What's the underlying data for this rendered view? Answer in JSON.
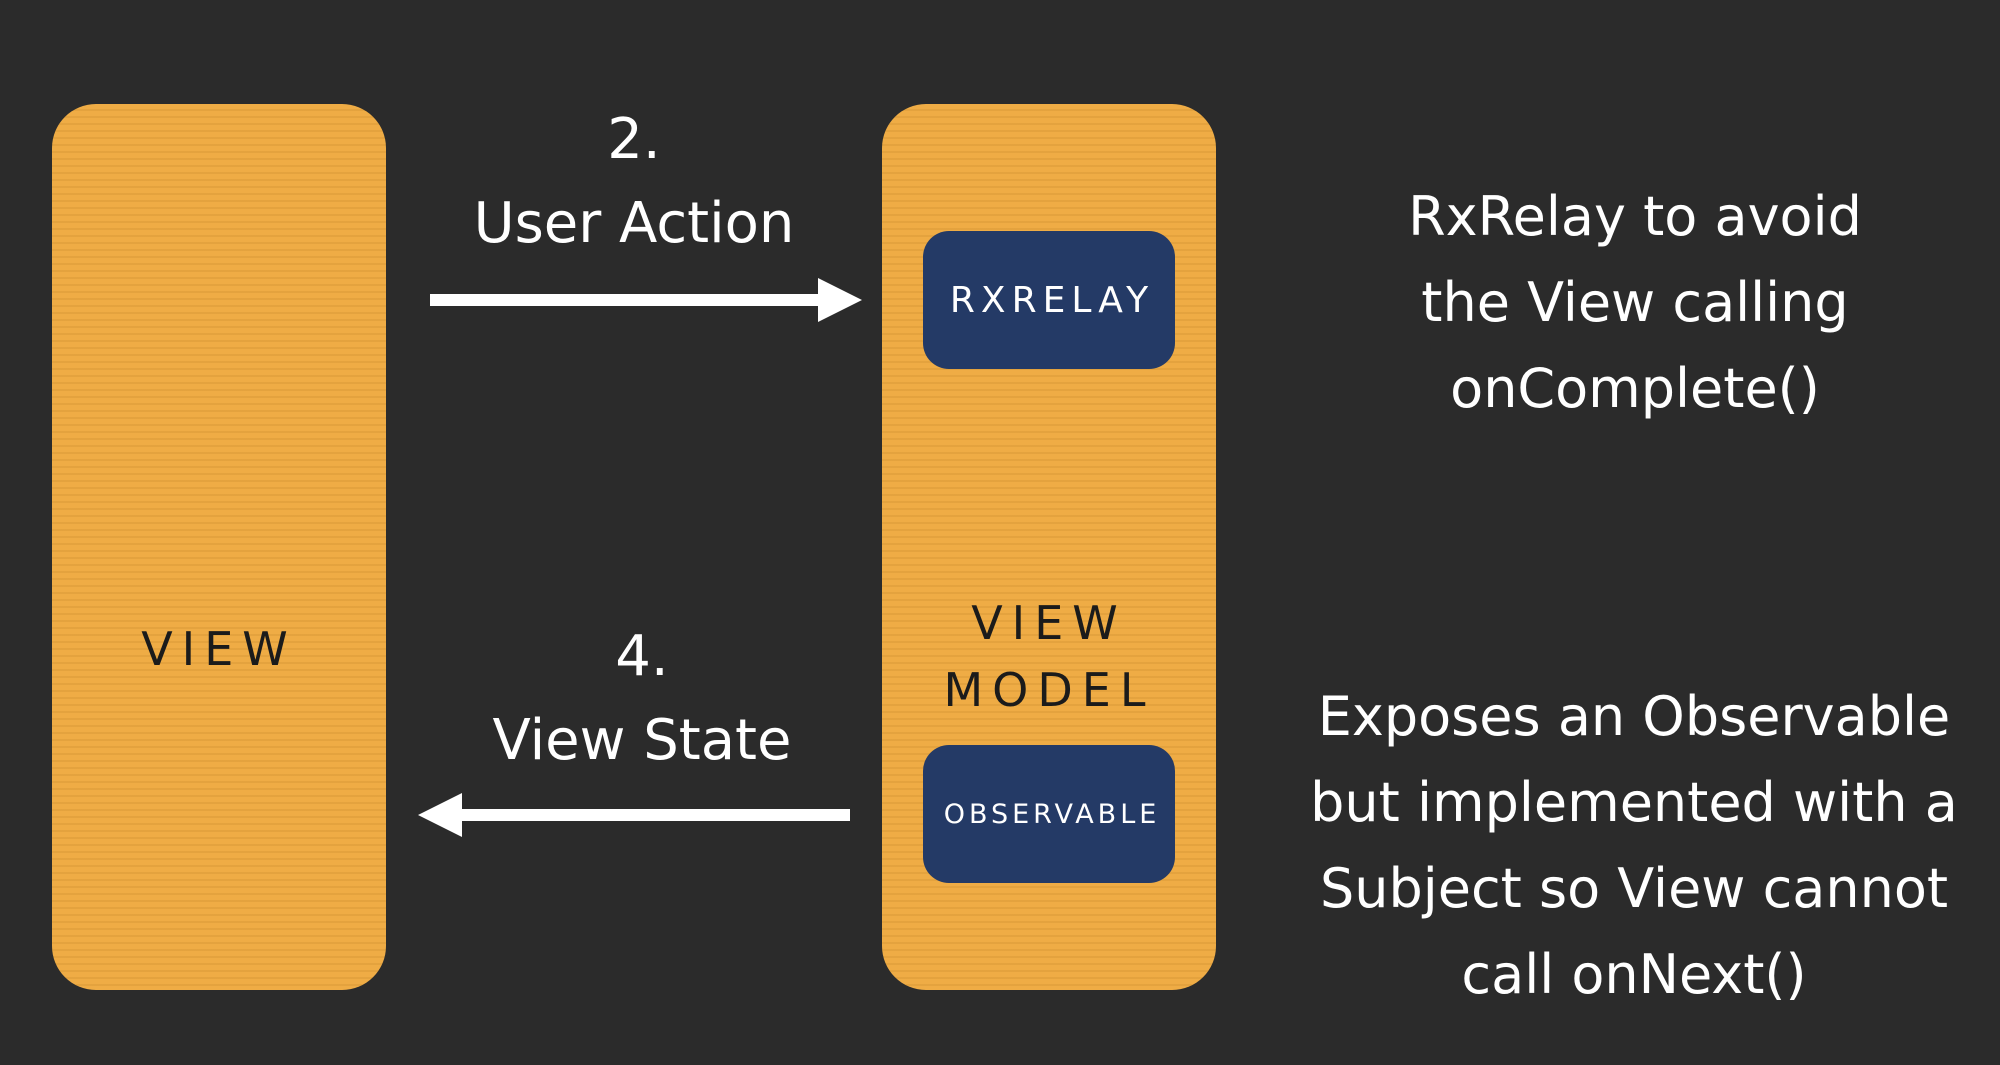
{
  "view_box": {
    "label": "VIEW"
  },
  "view_model_box": {
    "label_line1": "VIEW",
    "label_line2": "MODEL",
    "relay_chip": "RXRELAY",
    "observable_chip": "OBSERVABLE"
  },
  "arrows": {
    "action": {
      "step": "2.",
      "label": "User Action"
    },
    "state": {
      "step": "4.",
      "label": "View State"
    }
  },
  "notes": {
    "top": [
      "RxRelay to avoid",
      "the View calling",
      "onComplete()"
    ],
    "bottom": [
      "Exposes an Observable",
      "but implemented with a",
      "Subject so View cannot",
      "call onNext()"
    ]
  },
  "colors": {
    "background": "#2b2b2b",
    "box": "#efac45",
    "chip": "#243a66",
    "text_light": "#ffffff",
    "text_dark": "#1b1b1b"
  }
}
